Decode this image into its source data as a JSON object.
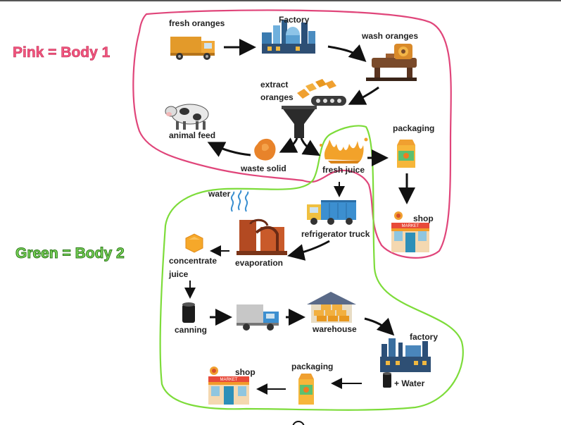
{
  "legend": {
    "pink": "Pink = Body 1",
    "green": "Green = Body 2",
    "pink_color": "#e0457a",
    "green_color": "#7ddc3a"
  },
  "labels": {
    "fresh_oranges": "fresh oranges",
    "factory_top": "Factory",
    "wash_oranges": "wash oranges",
    "extract_line1": "extract",
    "extract_line2": "oranges",
    "animal_feed": "animal feed",
    "packaging_top": "packaging",
    "waste_solid": "waste solid",
    "fresh_juice": "fresh juice",
    "water": "water",
    "shop_top": "shop",
    "refrigerator_truck": "refrigerator truck",
    "concentrate_line1": "concentrate",
    "concentrate_line2": "juice",
    "evaporation": "evaporation",
    "canning": "canning",
    "warehouse": "warehouse",
    "factory_bottom": "factory",
    "plus_water": "+ Water",
    "packaging_bottom": "packaging",
    "shop_bottom": "shop",
    "market_sign": "MARKET"
  },
  "icons": [
    "delivery-truck-icon",
    "factory-icon",
    "washing-machine-icon",
    "conveyor-belt-icon",
    "funnel-icon",
    "cow-icon",
    "waste-solid-icon",
    "juice-splash-icon",
    "juice-carton-icon",
    "market-shop-icon",
    "refrigerator-truck-icon",
    "steam-icon",
    "evaporator-icon",
    "concentrate-hexagon-icon",
    "can-icon",
    "warehouse-icon",
    "water-can-icon"
  ]
}
